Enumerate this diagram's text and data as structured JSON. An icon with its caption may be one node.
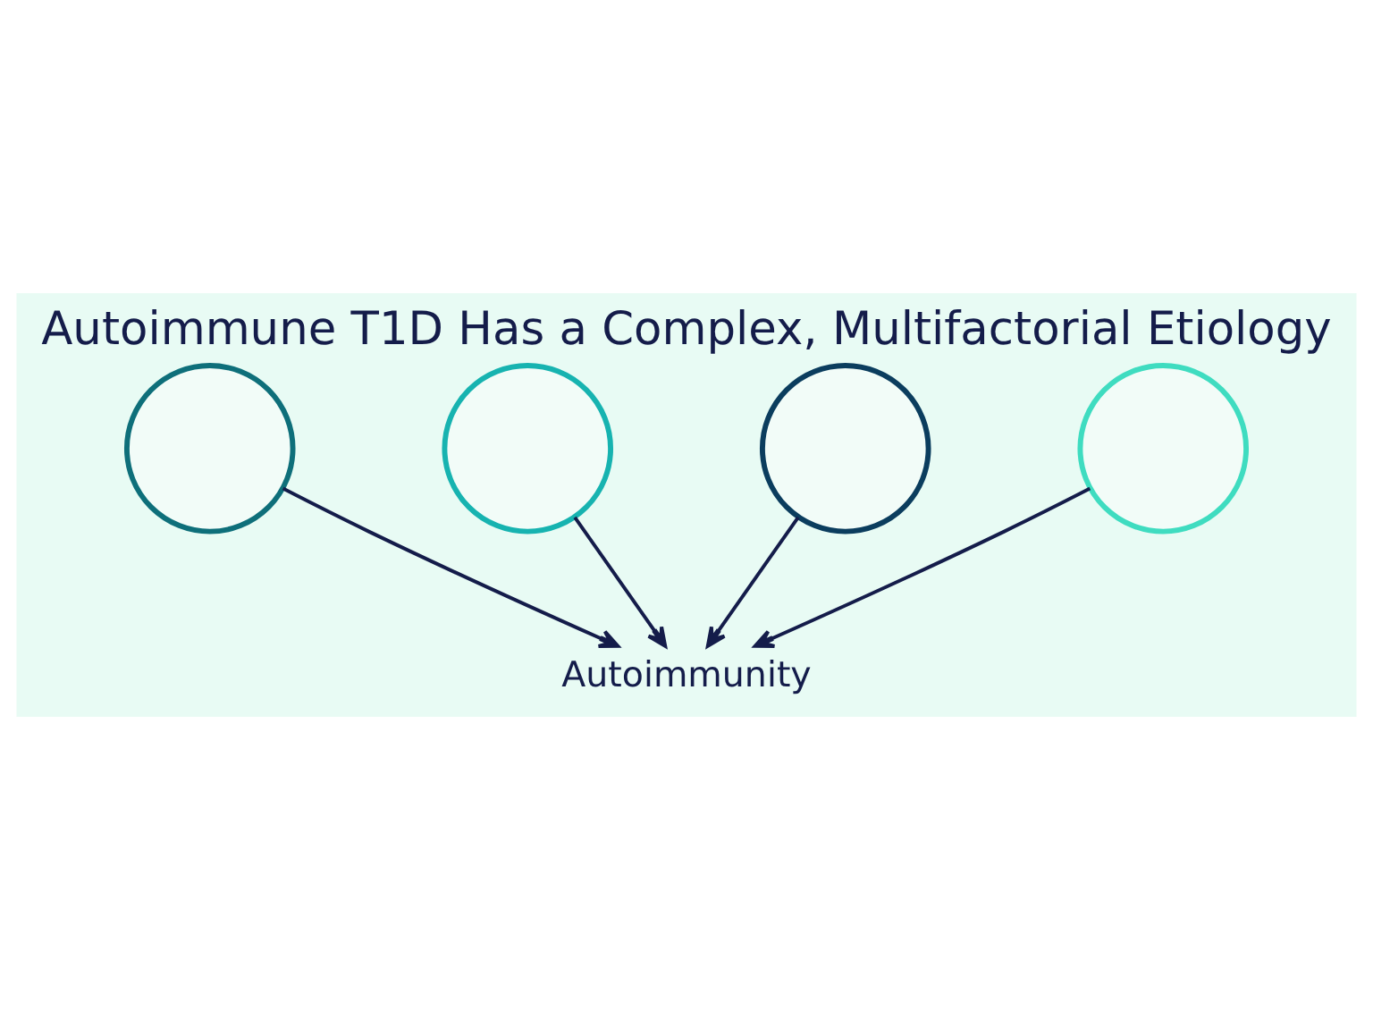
{
  "diagram": {
    "title": "Autoimmune T1D Has a Complex, Multifactorial Etiology",
    "nodes": [
      {
        "text": [],
        "shape": "circle"
      },
      {
        "text": [],
        "shape": "circle"
      },
      {
        "text": [],
        "shape": "circle"
      },
      {
        "text": [],
        "shape": "circle"
      },
      {
        "text": [
          "Autoimmunity"
        ]
      }
    ],
    "edges": [
      {
        "from": 0,
        "to": 4,
        "arrow": "to"
      },
      {
        "from": 1,
        "to": 4,
        "arrow": "to"
      },
      {
        "from": 2,
        "to": 4,
        "arrow": "to"
      },
      {
        "from": 3,
        "to": 4,
        "arrow": "to"
      }
    ]
  }
}
